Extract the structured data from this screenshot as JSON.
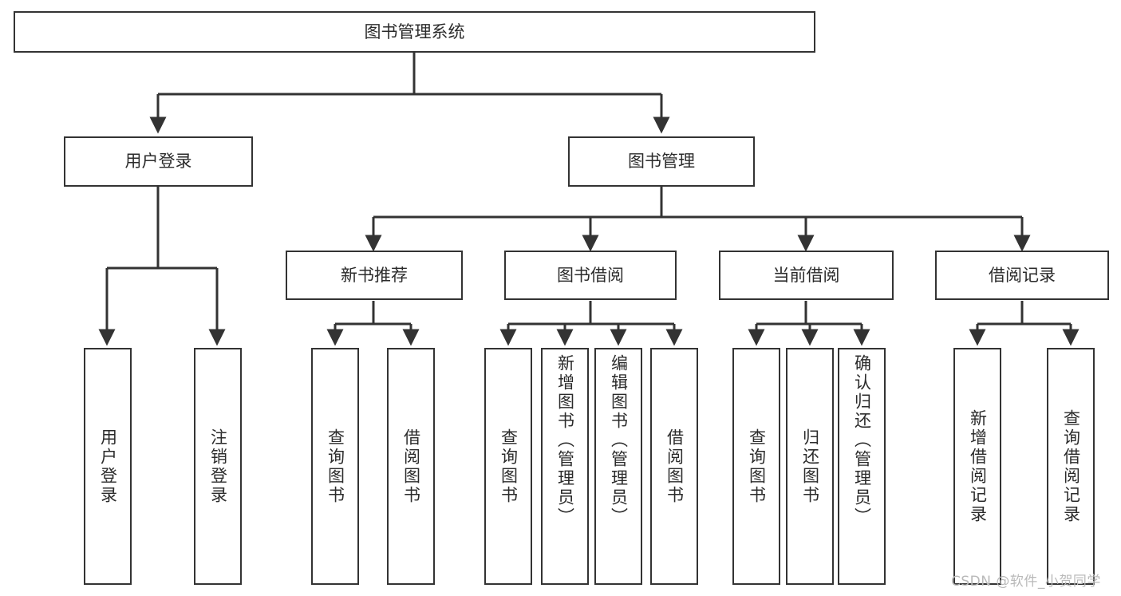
{
  "diagram": {
    "title": "图书管理系统",
    "stroke_color": "#333333",
    "text_color": "#2b2b2b",
    "background_color": "#ffffff",
    "watermark": "CSDN @软件_小贺同学"
  },
  "nodes": {
    "root": {
      "label": "图书管理系统"
    },
    "level2": [
      {
        "label": "用户登录"
      },
      {
        "label": "图书管理"
      }
    ],
    "level3": [
      {
        "label": "新书推荐"
      },
      {
        "label": "图书借阅"
      },
      {
        "label": "当前借阅"
      },
      {
        "label": "借阅记录"
      }
    ],
    "leaves": {
      "user_login": [
        {
          "label": "用户登录"
        },
        {
          "label": "注销登录"
        }
      ],
      "new_book_recommend": [
        {
          "label": "查询图书"
        },
        {
          "label": "借阅图书"
        }
      ],
      "book_borrow": [
        {
          "label": "查询图书"
        },
        {
          "label": "新增图书（管理员）"
        },
        {
          "label": "编辑图书（管理员）"
        },
        {
          "label": "借阅图书"
        }
      ],
      "current_borrow": [
        {
          "label": "查询图书"
        },
        {
          "label": "归还图书"
        },
        {
          "label": "确认归还（管理员）"
        }
      ],
      "borrow_record": [
        {
          "label": "新增借阅记录"
        },
        {
          "label": "查询借阅记录"
        }
      ]
    }
  }
}
